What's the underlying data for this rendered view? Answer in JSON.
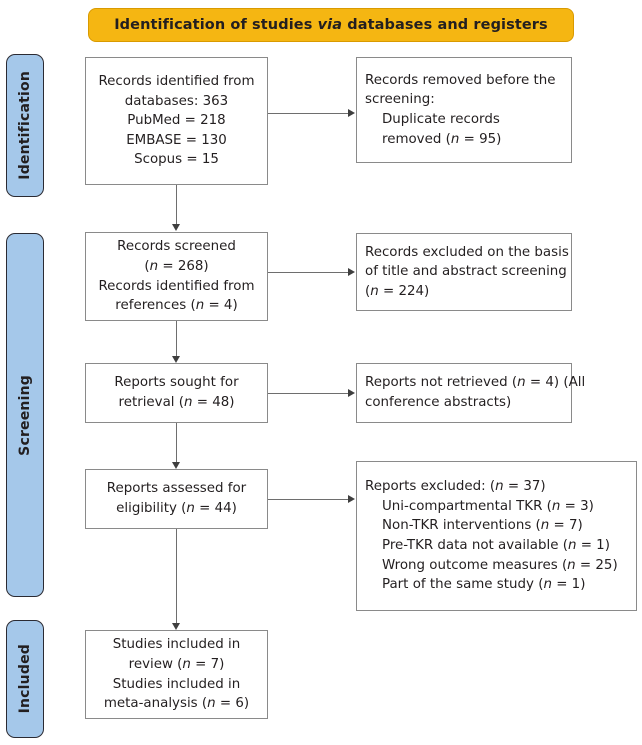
{
  "header": {
    "title_pre": "Identification of studies ",
    "title_em": "via",
    "title_post": " databases and registers"
  },
  "stages": [
    {
      "label": "Identification"
    },
    {
      "label": "Screening"
    },
    {
      "label": "Included"
    }
  ],
  "flow": {
    "identified": {
      "lines": [
        "Records identified from",
        "databases: 363",
        "PubMed = 218",
        "EMBASE = 130",
        "Scopus = 15"
      ]
    },
    "removed": {
      "lines": [
        "Records removed before the",
        "screening:",
        "Duplicate records",
        "removed (n = 95)"
      ]
    },
    "screened": {
      "lines": [
        "Records screened",
        "(n = 268)",
        "Records identified from",
        "references (n = 4)"
      ]
    },
    "excluded_title_abstract": {
      "lines": [
        "Records excluded on the basis",
        "of title and abstract screening",
        "(n = 224)"
      ]
    },
    "sought": {
      "lines": [
        "Reports sought for",
        "retrieval (n = 48)"
      ]
    },
    "not_retrieved": {
      "lines": [
        "Reports not retrieved (n = 4) (All",
        "conference abstracts)"
      ]
    },
    "assessed": {
      "lines": [
        "Reports assessed for",
        "eligibility (n = 44)"
      ]
    },
    "reports_excluded": {
      "lines": [
        "Reports excluded: (n = 37)",
        "Uni-compartmental TKR (n = 3)",
        "Non-TKR interventions (n = 7)",
        "Pre-TKR data not available (n = 1)",
        "Wrong outcome measures (n = 25)",
        "Part of the same study (n = 1)"
      ]
    },
    "included": {
      "lines": [
        "Studies included in",
        "review (n = 7)",
        "Studies included in",
        "meta-analysis (n = 6)"
      ]
    }
  },
  "colors": {
    "banner": "#f5b612",
    "stage": "#a5c8ea",
    "box_border": "#8a8a8a",
    "connector": "#6e6e6e"
  }
}
